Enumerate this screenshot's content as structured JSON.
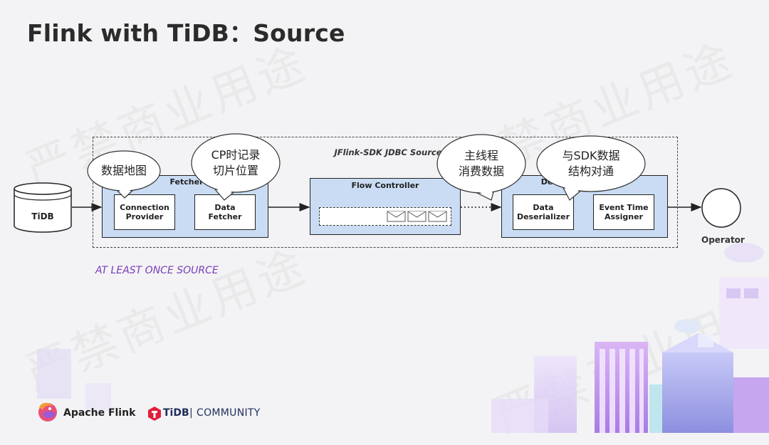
{
  "title": "Flink with TiDB：Source",
  "watermark": "严禁商业用途",
  "diagram": {
    "source_name": "JFlink-SDK JDBC Source",
    "tidb_label": "TiDB",
    "operator_label": "Operator",
    "fetcher": {
      "title": "Fetcher",
      "components": [
        "Connection\nProvider",
        "Data\nFetcher"
      ]
    },
    "flow_controller": {
      "title": "Flow Controller"
    },
    "deserializer": {
      "title": "De",
      "components": [
        "Data\nDeserializer",
        "Event Time\nAssigner"
      ]
    },
    "bubbles": [
      "数据地图",
      "CP时记录\n切片位置",
      "主线程\n消费数据",
      "与SDK数据\n结构对通"
    ],
    "guarantee": "AT LEAST ONCE SOURCE"
  },
  "footer": {
    "flink_logo_text": "Apache Flink",
    "tidb_logo_text": "TiDB",
    "community_text": "COMMUNITY",
    "separator": "|"
  },
  "colors": {
    "panel_fill": "#c9dcf3",
    "guarantee_text": "#7a3db8",
    "tidb_red": "#e0203a",
    "community_navy": "#1f2d5c"
  }
}
